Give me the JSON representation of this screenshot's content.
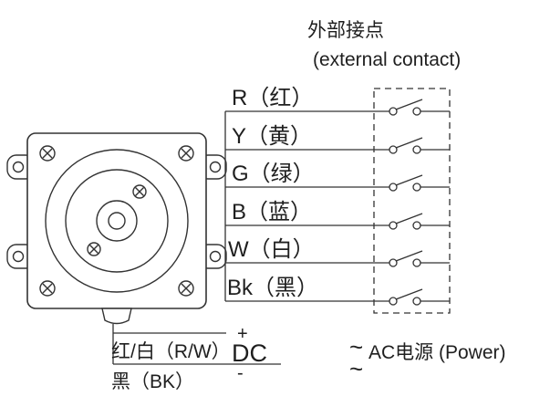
{
  "header": {
    "contact_label_cn": "外部接点",
    "contact_label_en": "(external contact)"
  },
  "wires": [
    {
      "id": "R",
      "label": "R（红）"
    },
    {
      "id": "Y",
      "label": "Y（黄）"
    },
    {
      "id": "G",
      "label": "G（绿）"
    },
    {
      "id": "B",
      "label": "B（蓝）"
    },
    {
      "id": "W",
      "label": "W（白）"
    },
    {
      "id": "Bk",
      "label": "Bk（黑）"
    }
  ],
  "power": {
    "dc": {
      "plus": "+",
      "label": "DC",
      "minus": "-",
      "positive_wire": "红/白（R/W）",
      "negative_wire": "黑（BK）"
    },
    "ac": {
      "tilde": "~",
      "label": "AC电源 (Power)"
    }
  },
  "colors": {
    "line": "#333333",
    "background": "#ffffff"
  }
}
